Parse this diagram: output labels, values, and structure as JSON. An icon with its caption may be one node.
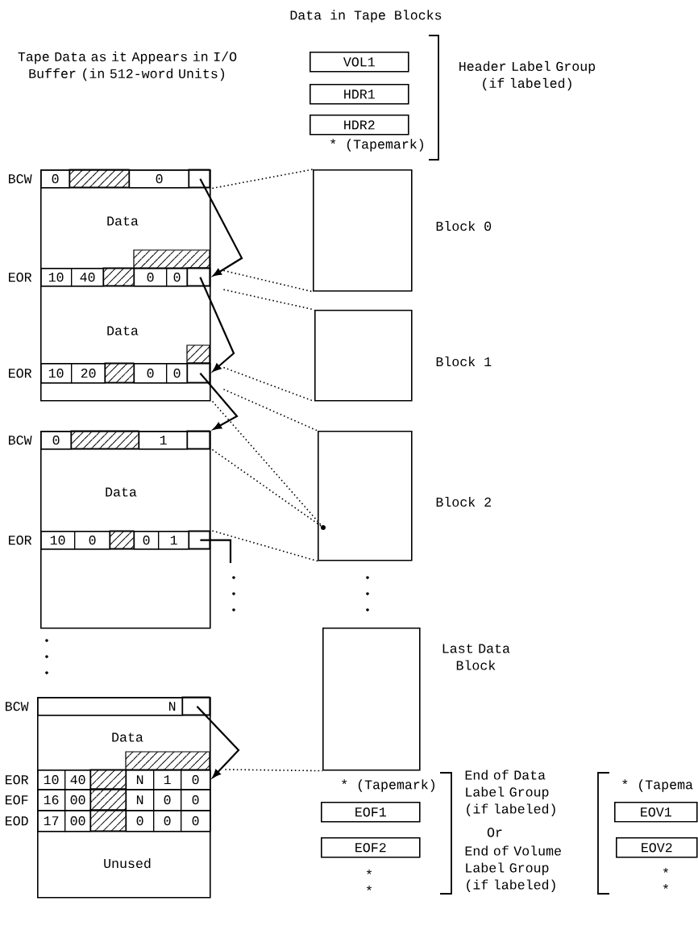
{
  "diagram": {
    "title": "Data in Tape Blocks",
    "nodes": [
      {
        "text": [
          "VOL1"
        ]
      },
      {
        "text": [
          "HDR1"
        ]
      },
      {
        "text": [
          "HDR2"
        ]
      },
      {
        "text": [
          "Data",
          "Data"
        ]
      },
      {
        "text": [
          "0",
          "0"
        ],
        "in": 3,
        "beside": [
          "BCW"
        ]
      },
      {
        "text": [
          "10",
          "40",
          "0",
          "0"
        ],
        "in": 3,
        "beside": [
          "EOR"
        ]
      },
      {
        "text": [
          "10",
          "20",
          "0",
          "0"
        ],
        "in": 3,
        "beside": [
          "EOR"
        ]
      },
      {
        "text": [
          "Data"
        ]
      },
      {
        "text": [
          "0",
          "1"
        ],
        "in": 7,
        "beside": [
          "BCW"
        ]
      },
      {
        "text": [
          "10",
          "0",
          "0",
          "1"
        ],
        "in": 7,
        "beside": [
          "EOR"
        ]
      },
      {
        "text": [
          "Data",
          "Unused"
        ]
      },
      {
        "text": [
          "N"
        ],
        "in": 10,
        "beside": [
          "BCW"
        ]
      },
      {
        "text": [
          "10",
          "40",
          "N",
          "1",
          "0"
        ],
        "in": 10,
        "beside": [
          "EOR"
        ]
      },
      {
        "text": [
          "16",
          "00",
          "N",
          "0",
          "0"
        ],
        "in": 10,
        "beside": [
          "EOF"
        ]
      },
      {
        "text": [
          "17",
          "00",
          "0",
          "0",
          "0"
        ],
        "in": 10,
        "beside": [
          "EOD"
        ]
      },
      {
        "text": [],
        "shape": "box",
        "beside": [
          "Block 0"
        ]
      },
      {
        "text": [],
        "shape": "box",
        "beside": [
          "Block 1"
        ]
      },
      {
        "text": [],
        "shape": "box",
        "beside": [
          "Block 2"
        ]
      },
      {
        "text": [],
        "shape": "box",
        "beside": [
          "Last Data Block"
        ]
      },
      {
        "text": [
          "EOF1"
        ]
      },
      {
        "text": [
          "EOF2"
        ]
      },
      {
        "text": [
          "EOV1"
        ]
      },
      {
        "text": [
          "EOV2"
        ]
      },
      {
        "text": [],
        "shape": "circle",
        "in": 17
      }
    ],
    "edges": [
      {
        "from": 4,
        "to": 5,
        "arrow": "to"
      },
      {
        "from": 5,
        "to": 6,
        "arrow": "to"
      },
      {
        "from": 6,
        "to": 8,
        "arrow": "to"
      },
      {
        "from": 9,
        "to": null,
        "arrow": "none"
      },
      {
        "from": 11,
        "to": 12,
        "arrow": "to"
      },
      {
        "from": 4,
        "to": 15,
        "arrow": "none",
        "style": "dashed"
      },
      {
        "from": 5,
        "to": 15,
        "arrow": "none",
        "style": "dashed"
      },
      {
        "from": 5,
        "to": 16,
        "arrow": "none",
        "style": "dashed"
      },
      {
        "from": 6,
        "to": 16,
        "arrow": "none",
        "style": "dashed"
      },
      {
        "from": 6,
        "to": 17,
        "arrow": "none",
        "style": "dashed"
      },
      {
        "from": 3,
        "to": 23,
        "arrow": "none",
        "style": "dashed"
      },
      {
        "from": 8,
        "to": 23,
        "arrow": "none",
        "style": "dashed"
      },
      {
        "from": 9,
        "to": 17,
        "arrow": "none",
        "style": "dashed"
      },
      {
        "from": 12,
        "to": 18,
        "arrow": "none",
        "style": "dashed"
      }
    ],
    "labels": [
      "Tape Data as it Appears in I/O Buffer (in 512-word Units)",
      "Header Label Group (if labeled)",
      "* (Tapemark)",
      "* (Tapemark)",
      "End of Data Label Group (if labeled)",
      "Or",
      "End of Volume Label Group (if labeled)",
      "* (Tapema",
      "*",
      "*",
      "*",
      "*"
    ]
  }
}
